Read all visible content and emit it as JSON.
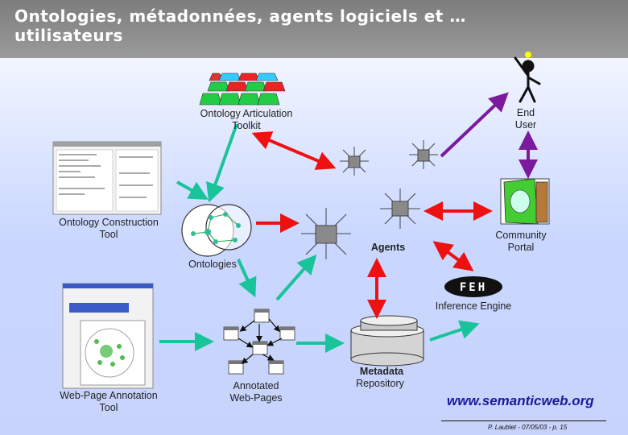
{
  "slide": {
    "title": "Ontologies, métadonnées, agents logiciels et … utilisateurs",
    "url": "www.semanticweb.org",
    "credit": "P. Laublet - 07/05/03 - p. 15"
  },
  "nodes": {
    "articulation": "Ontology Articulation\nToolkit",
    "construction": "Ontology Construction\nTool",
    "ontologies": "Ontologies",
    "agents": "Agents",
    "end_user": "End\nUser",
    "community": "Community\nPortal",
    "inference": "Inference Engine",
    "annotation": "Web-Page Annotation\nTool",
    "annotated": "Annotated\nWeb-Pages",
    "metadata_title": "Metadata",
    "metadata_sub": "Repository"
  },
  "logo_text": "FEH",
  "colors": {
    "title_bar": "#8a8a8a",
    "arrow_red": "#ee1111",
    "arrow_green": "#19c49a",
    "arrow_purple": "#7b1a9c"
  }
}
